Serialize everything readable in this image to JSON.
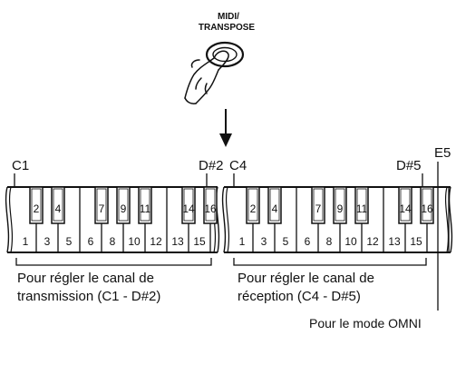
{
  "button": {
    "line1": "MIDI/",
    "line2": "TRANSPOSE"
  },
  "left_keyboard": {
    "start_label": "C1",
    "end_label": "D#2",
    "white_numbers": [
      "1",
      "3",
      "5",
      "6",
      "8",
      "10",
      "12",
      "13",
      "15"
    ],
    "black_numbers": [
      "2",
      "4",
      "7",
      "9",
      "11",
      "14",
      "16"
    ],
    "caption_line1": "Pour régler le canal de",
    "caption_line2": "transmission (C1 - D#2)"
  },
  "right_keyboard": {
    "start_label": "C4",
    "end_label": "D#5",
    "extra_label": "E5",
    "white_numbers": [
      "1",
      "3",
      "5",
      "6",
      "8",
      "10",
      "12",
      "13",
      "15"
    ],
    "black_numbers": [
      "2",
      "4",
      "7",
      "9",
      "11",
      "14",
      "16"
    ],
    "caption_line1": "Pour régler le canal de",
    "caption_line2": "réception (C4 - D#5)"
  },
  "omni_label": "Pour le mode OMNI"
}
